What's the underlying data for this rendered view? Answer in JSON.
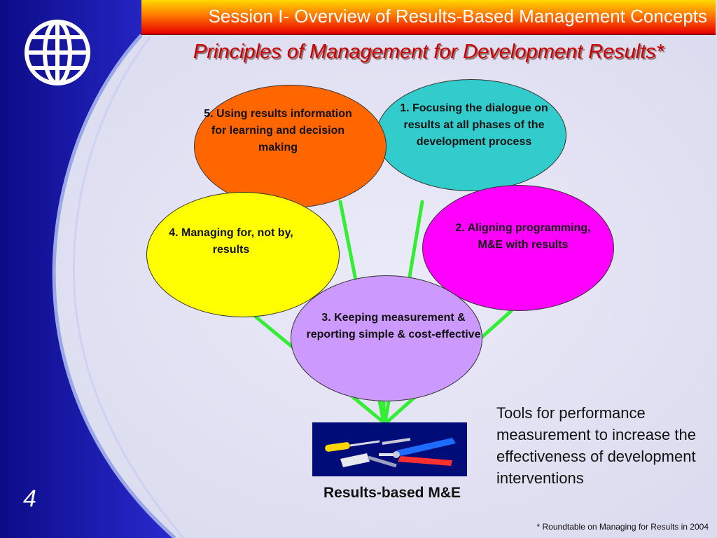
{
  "header": {
    "session_title": "Session I- Overview of Results-Based Management Concepts"
  },
  "slide": {
    "title": "Principles of Management for Development Results*",
    "number": "4"
  },
  "principles": [
    {
      "id": "p1",
      "label": "1. Focusing  the dialogue on results at all phases of the development process",
      "color": "#33cccc"
    },
    {
      "id": "p2",
      "label": "2. Aligning programming, M&E with results",
      "color": "#ff00ff"
    },
    {
      "id": "p3",
      "label": "3. Keeping measurement & reporting simple & cost-effective",
      "color": "#cc99ff"
    },
    {
      "id": "p4",
      "label": "4. Managing for, not by, results",
      "color": "#ffff00"
    },
    {
      "id": "p5",
      "label": "5. Using results information for learning and decision making",
      "color": "#ff6600"
    }
  ],
  "tools": {
    "description": "Tools for performance measurement to increase the effectiveness of development interventions",
    "caption": "Results-based M&E",
    "image_icon": "tools-icon"
  },
  "footnote": "* Roundtable on Managing for Results in 2004",
  "colors": {
    "sidebar": "#1a1aa0",
    "connector": "#33ee33",
    "title": "#cc0000"
  }
}
